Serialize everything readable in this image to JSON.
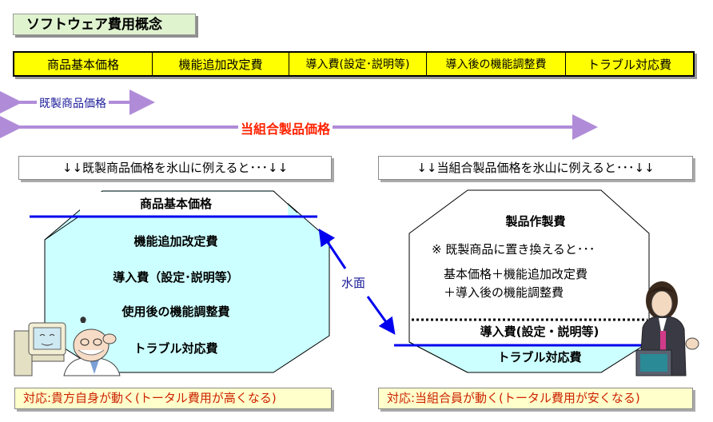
{
  "title": "ソフトウェア費用概念",
  "cost_bar": [
    "商品基本価格",
    "機能追加改定費",
    "導入費(設定･説明等)",
    "導入後の機能調整費",
    "トラブル対応費"
  ],
  "arrows": {
    "existing_price": "既製商品価格",
    "union_price": "当組合製品価格"
  },
  "captions": {
    "left": "↓↓既製商品価格を氷山に例えると･･･↓↓",
    "right": "↓↓当組合製品価格を氷山に例えると･･･↓↓"
  },
  "left_iceberg": {
    "above_water": "商品基本価格",
    "items": [
      "機能追加改定費",
      "導入費（設定･説明等）",
      "使用後の機能調整費",
      "トラブル対応費"
    ]
  },
  "right_iceberg": {
    "title": "製品作製費",
    "note": "※ 既製商品に置き換えると･･･",
    "formula_line1": "基本価格＋機能追加改定費",
    "formula_line2": "＋導入後の機能調整費",
    "install": "導入費(設定・説明等)",
    "trouble": "トラブル対応費"
  },
  "water_label": "水面",
  "responses": {
    "left": "対応:貴方自身が動く(トータル費用が高くなる)",
    "right": "対応:当組合員が動く(トータル費用が安くなる)"
  },
  "colors": {
    "ice_fill": "#ccffff",
    "water_line": "#0000ee",
    "arrow_purple": "#b08cd8",
    "accent_red": "#ff2200",
    "bar_yellow": "#ffff00"
  }
}
